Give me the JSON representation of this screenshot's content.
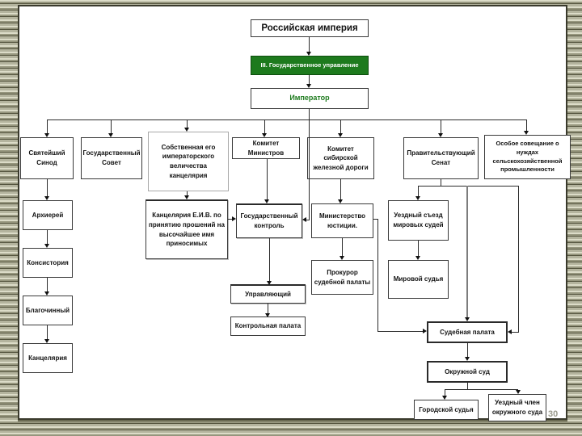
{
  "page": {
    "number": "30"
  },
  "colors": {
    "accent_green_fill": "#1d7a1d",
    "accent_green_text": "#1e7b1e",
    "box_border": "#3a3a3a",
    "frame_border": "#3a3a2c"
  },
  "diagram": {
    "type": "org-chart",
    "nodes": {
      "empire": "Российская империя",
      "state_admin": "III. Государственное управление",
      "emperor": "Император",
      "sinod": "Святейший Синод",
      "sovet": "Государственный Совет",
      "sobstv": "Собственная его императорского величества канцелярия",
      "komitet_ministrov": "Комитет Министров",
      "komitet_sib": "Комитет сибирской железной дороги",
      "senat": "Правительствующий Сенат",
      "osoboe": "Особое совещание о нуждах сельскохозяйственной промышленности",
      "arhierey": "Архиерей",
      "konsistoria": "Консистория",
      "blagochinny": "Благочинный",
      "kancelaria": "Канцелярия",
      "kanc_eiv": "Канцелярия Е.И.В. по принятию прошений на высочайшее имя приносимых",
      "goskontrol": "Государственный контроль",
      "upravlyaushiy": "Управляющий",
      "kontrolnaya_palata": "Контрольная палата",
      "minjust": "Министерство юстиции.",
      "prokuror": "Прокурор судебной палаты",
      "uezdny_sezd": "Уездный съезд мировых судей",
      "mirovoy_sudya": "Мировой судья",
      "sudebnaya_palata": "Судебная палата",
      "okruzhnoy_sud": "Окружной суд",
      "gorodskoy_sudya": "Городской судья",
      "uezdny_chlen": "Уездный член окружного суда"
    },
    "edges": [
      [
        "empire",
        "state_admin"
      ],
      [
        "state_admin",
        "emperor"
      ],
      [
        "emperor",
        "sinod"
      ],
      [
        "emperor",
        "sovet"
      ],
      [
        "emperor",
        "sobstv"
      ],
      [
        "emperor",
        "komitet_ministrov"
      ],
      [
        "emperor",
        "komitet_sib"
      ],
      [
        "emperor",
        "senat"
      ],
      [
        "emperor",
        "osoboe"
      ],
      [
        "emperor",
        "goskontrol"
      ],
      [
        "sinod",
        "arhierey"
      ],
      [
        "arhierey",
        "konsistoria"
      ],
      [
        "konsistoria",
        "blagochinny"
      ],
      [
        "blagochinny",
        "kancelaria"
      ],
      [
        "sobstv",
        "kanc_eiv"
      ],
      [
        "kanc_eiv",
        "goskontrol"
      ],
      [
        "komitet_ministrov",
        "goskontrol"
      ],
      [
        "goskontrol",
        "upravlyaushiy"
      ],
      [
        "upravlyaushiy",
        "kontrolnaya_palata"
      ],
      [
        "komitet_sib",
        "minjust"
      ],
      [
        "minjust",
        "prokuror"
      ],
      [
        "minjust",
        "sudebnaya_palata"
      ],
      [
        "senat",
        "uezdny_sezd"
      ],
      [
        "senat",
        "sudebnaya_palata"
      ],
      [
        "uezdny_sezd",
        "mirovoy_sudya"
      ],
      [
        "sudebnaya_palata",
        "okruzhnoy_sud"
      ],
      [
        "okruzhnoy_sud",
        "gorodskoy_sudya"
      ],
      [
        "okruzhnoy_sud",
        "uezdny_chlen"
      ]
    ]
  }
}
